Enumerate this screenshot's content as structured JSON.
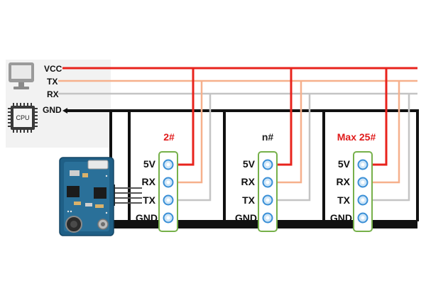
{
  "host": {
    "monitor_icon": "monitor-icon",
    "cpu_icon": "cpu-icon",
    "cpu_label": "CPU",
    "bus_labels": [
      "VCC",
      "TX",
      "RX",
      "GND"
    ]
  },
  "colors": {
    "vcc": "#e8231c",
    "tx": "#f6b08c",
    "rx": "#c4c4c4",
    "gnd": "#111111",
    "title": "#e01b1b",
    "connector_border": "#76b04a",
    "pin_ring": "#3a8fd6"
  },
  "modules": [
    {
      "title": "2#",
      "title_color": "title",
      "pins": [
        "5V",
        "RX",
        "TX",
        "GND"
      ]
    },
    {
      "title": "n#",
      "title_color": "dark",
      "pins": [
        "5V",
        "RX",
        "TX",
        "GND"
      ]
    },
    {
      "title": "Max 25#",
      "title_color": "title",
      "pins": [
        "5V",
        "RX",
        "TX",
        "GND"
      ]
    }
  ],
  "sensor_board": {
    "icon": "ultrasonic-sensor-board-icon"
  }
}
